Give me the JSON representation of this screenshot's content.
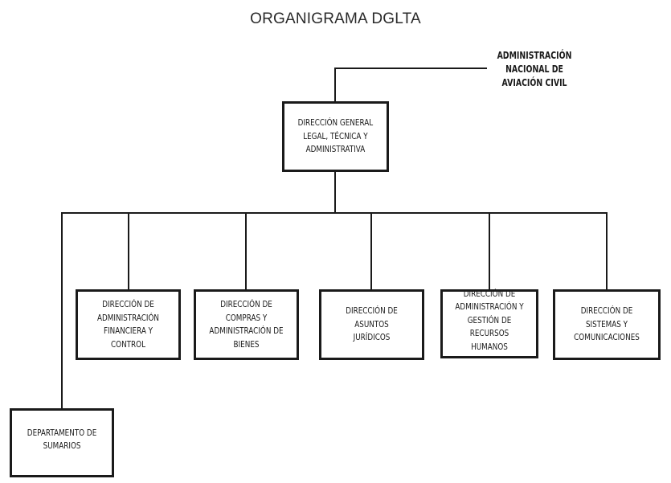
{
  "title": "ORGANIGRAMA DGLTA",
  "parent": {
    "label": "ADMINISTRACIÓN NACIONAL DE\nAVIACIÓN CIVIL"
  },
  "root": {
    "label": "DIRECCIÓN GENERAL\nLEGAL, TÉCNICA Y\nADMINISTRATIVA"
  },
  "children": [
    {
      "label": "DIRECCIÓN DE\nADMINISTRACIÓN\nFINANCIERA Y CONTROL"
    },
    {
      "label": "DIRECCIÓN DE COMPRAS Y\nADMINISTRACIÓN DE\nBIENES"
    },
    {
      "label": "DIRECCIÓN DE ASUNTOS\nJURÍDICOS"
    },
    {
      "label": "DIRECCIÓN DE\nADMINISTRACIÓN Y\nGESTIÓN DE RECURSOS\nHUMANOS"
    },
    {
      "label": "DIRECCIÓN DE SISTEMAS Y\nCOMUNICACIONES"
    }
  ],
  "department": {
    "label": "DEPARTAMENTO DE\nSUMARIOS"
  },
  "colors": {
    "line": "#1a1a1a",
    "box_border": "#1a1a1a",
    "background": "#ffffff"
  }
}
